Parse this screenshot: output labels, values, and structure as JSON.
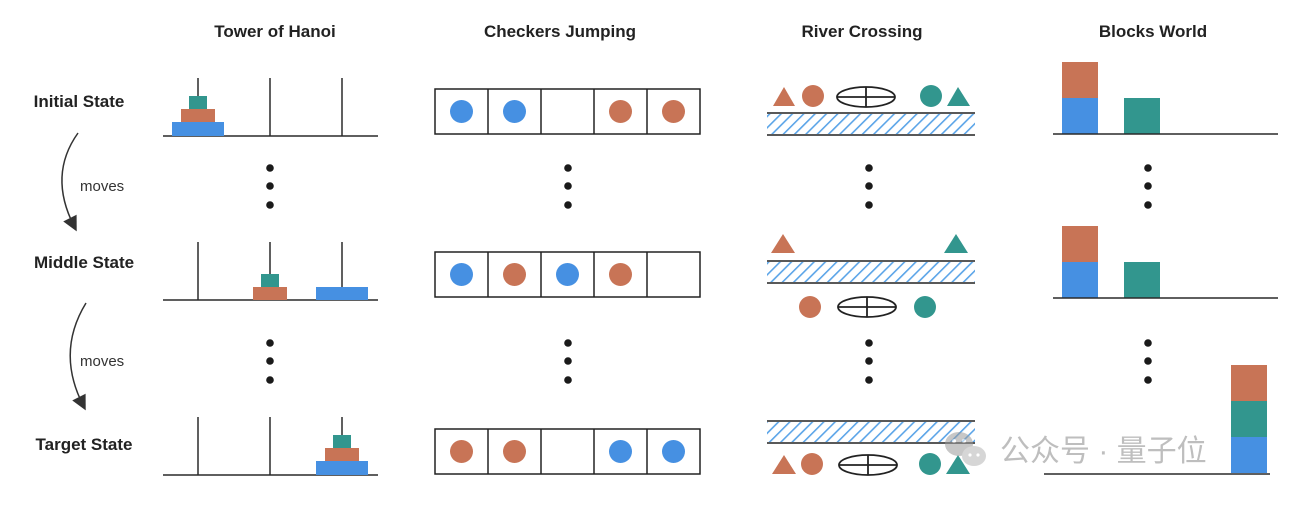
{
  "columns": {
    "hanoi": "Tower of Hanoi",
    "checkers": "Checkers Jumping",
    "river": "River Crossing",
    "blocks": "Blocks World"
  },
  "rows": {
    "initial": "Initial State",
    "middle": "Middle State",
    "target": "Target State"
  },
  "arrows": {
    "first_label": "moves",
    "second_label": "moves"
  },
  "watermark": "公众号 · 量子位",
  "colors": {
    "blue": "#4690E2",
    "orange": "#C87456",
    "teal": "#32968E",
    "line": "#2a2a2a",
    "hatch": "#5aa4e8"
  },
  "checkers_states": {
    "initial": [
      "blue",
      "blue",
      "empty",
      "orange",
      "orange"
    ],
    "middle": [
      "blue",
      "orange",
      "blue",
      "orange",
      "empty"
    ],
    "target": [
      "orange",
      "orange",
      "empty",
      "blue",
      "blue"
    ]
  }
}
